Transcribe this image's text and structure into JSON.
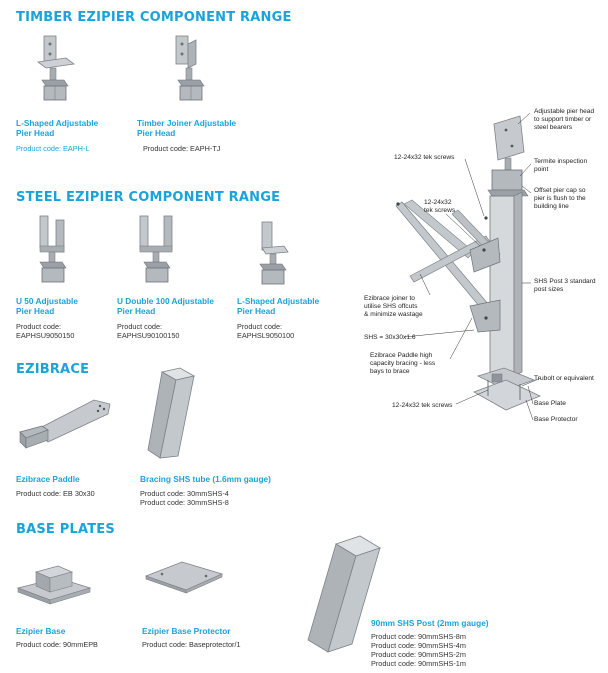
{
  "sections": {
    "timber": {
      "title": "TIMBER EZIPIER COMPONENT RANGE",
      "items": [
        {
          "name_line1": "L-Shaped Adjustable",
          "name_line2": "Pier Head",
          "code": "Product code: EAPH-L"
        },
        {
          "name_line1": "Timber Joiner Adjustable",
          "name_line2": "Pier Head",
          "code": "Product code: EAPH-TJ"
        }
      ]
    },
    "steel": {
      "title": "STEEL EZIPIER COMPONENT RANGE",
      "items": [
        {
          "name_line1": "U 50 Adjustable",
          "name_line2": "Pier Head",
          "code_line1": "Product code:",
          "code_line2": "EAPHSU9050150"
        },
        {
          "name_line1": "U Double 100 Adjustable",
          "name_line2": "Pier Head",
          "code_line1": "Product code:",
          "code_line2": "EAPHSU90100150"
        },
        {
          "name_line1": "L-Shaped Adjustable",
          "name_line2": "Pier Head",
          "code_line1": "Product code:",
          "code_line2": "EAPHSL9050100"
        }
      ]
    },
    "ezibrace": {
      "title": "EZIBRACE",
      "items": [
        {
          "name": "Ezibrace Paddle",
          "code": "Product code: EB 30x30"
        },
        {
          "name": "Bracing SHS tube (1.6mm gauge)",
          "code_line1": "Product code: 30mmSHS-4",
          "code_line2": "Product code: 30mmSHS-8"
        }
      ]
    },
    "base_plates": {
      "title": "BASE PLATES",
      "items": [
        {
          "name": "Ezipier Base",
          "code": "Product code: 90mmEPB"
        },
        {
          "name": "Ezipier Base Protector",
          "code": "Product code: Baseprotector/1"
        },
        {
          "name": "90mm SHS Post (2mm gauge)",
          "codes": [
            "Product code: 90mmSHS-8m",
            "Product code: 90mmSHS-4m",
            "Product code: 90mmSHS-2m",
            "Product code: 90mmSHS-1m"
          ]
        }
      ]
    }
  },
  "diagram": {
    "labels": {
      "pier_head_1": "Adjustable pier head",
      "pier_head_2": "to support timber or",
      "pier_head_3": "steel bearers",
      "tek_top": "12-24x32 tek screws",
      "termite_1": "Termite inspection",
      "termite_2": "point",
      "tek_mid_1": "12-24x32",
      "tek_mid_2": "tek screws",
      "offset_1": "Offset pier cap so",
      "offset_2": "pier is flush to the",
      "offset_3": "building line",
      "joiner_1": "Ezibrace joiner to",
      "joiner_2": "utilise SHS offcuts",
      "joiner_3": "& minimize wastage",
      "shs_post_1": "SHS Post 3 standard",
      "shs_post_2": "post sizes",
      "shs_small": "SHS = 30x30x1.6",
      "paddle_1": "Ezibrace Paddle high",
      "paddle_2": "capacity bracing - less",
      "paddle_3": "bays to brace",
      "trubolt": "Trubolt or equivalent",
      "tek_bottom": "12-24x32 tek screws",
      "base_plate": "Base Plate",
      "base_protector": "Base Protector"
    }
  },
  "colors": {
    "accent": "#1aa3db",
    "metal": "#b9bec3",
    "metal_dark": "#8f959b"
  }
}
